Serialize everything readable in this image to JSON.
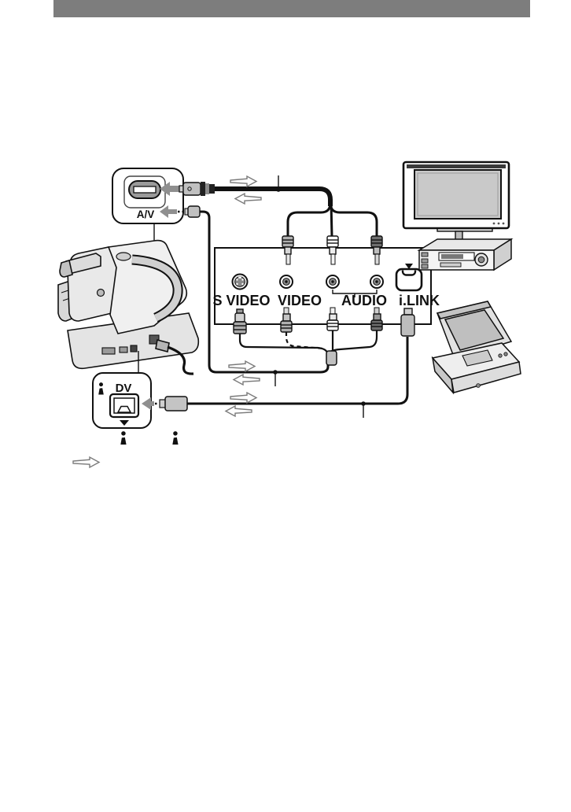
{
  "page": {
    "header_color": "#7d7d7d",
    "background_color": "#ffffff"
  },
  "labels": {
    "av_jack": "A/V",
    "dv_jack": "DV",
    "s_video": "S VIDEO",
    "video": "VIDEO",
    "audio": "AUDIO",
    "ilink_port": "i.LINK"
  },
  "colors": {
    "cable_black": "#111111",
    "signal_flow_arrow_outline": "#7a7a7a",
    "solid_pointer_arrow": "#8f8f8f",
    "device_fill": "#ececec",
    "tv_screen_fill": "#c9c9c9",
    "plug_video_bw": "#b0b0b0",
    "plug_audio_white": "#ffffff",
    "plug_audio_red_bw": "#6e6e6e",
    "jack_inner": "#8a8a8a"
  },
  "icons": {
    "av_jack_icon": "stadium connector with slot",
    "dv_jack_icon": "square DV connector with trapezoid notch",
    "ilink_port_icon": "rounded square with top notch",
    "ilink_logo_icon": "i.LINK small-i logo",
    "signal_flow_icon": "hollow double-direction arrows",
    "s_video_jack_icon": "4-pin mini-DIN round jack",
    "rca_jack_icon": "concentric-circle RCA jack"
  }
}
